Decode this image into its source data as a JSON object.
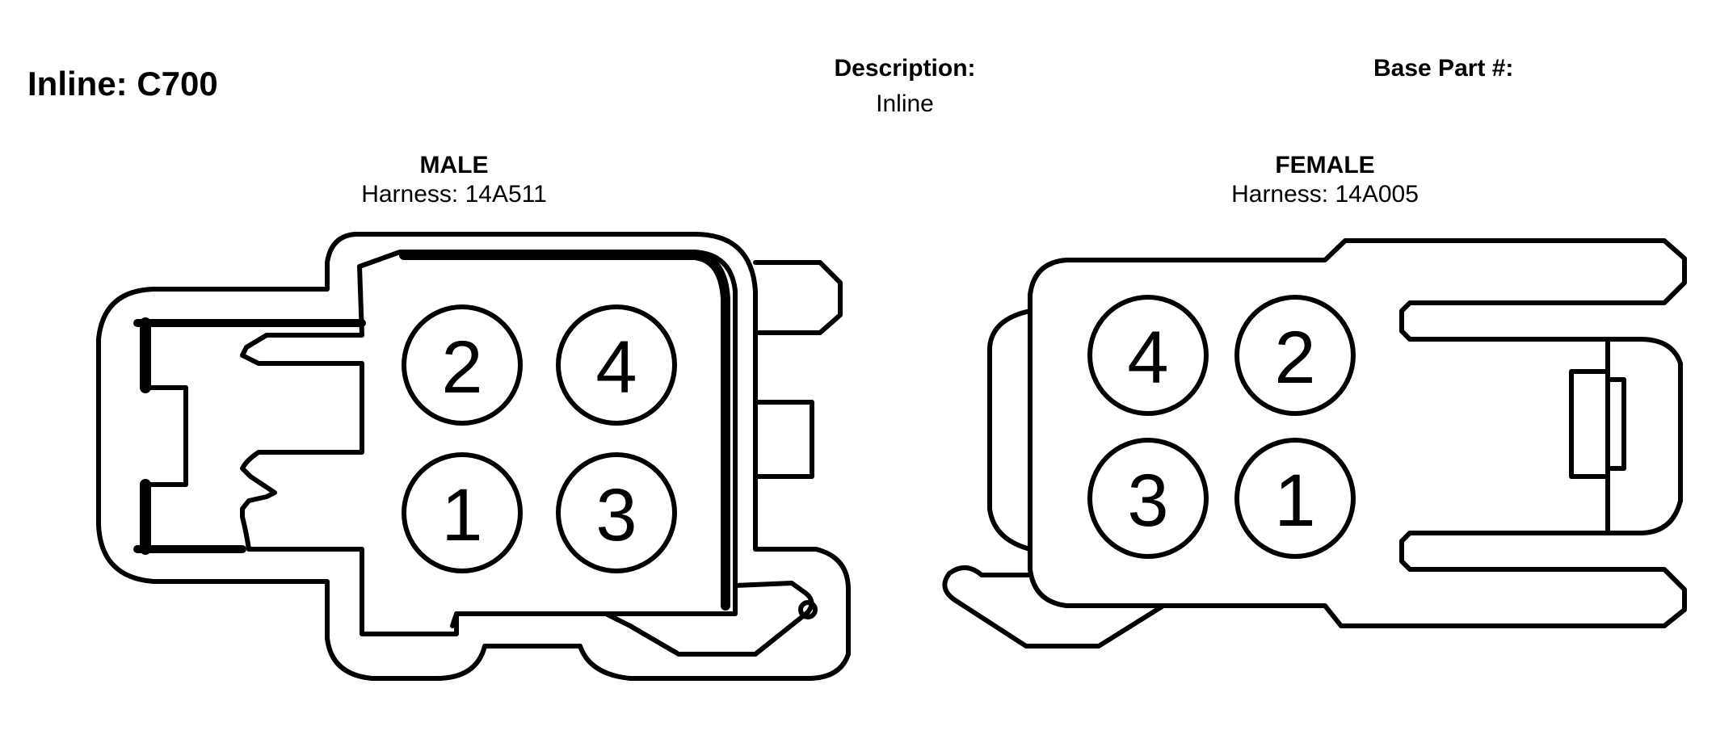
{
  "header": {
    "title": "Inline: C700",
    "description_label": "Description:",
    "description_value": "Inline",
    "base_part_label": "Base Part #:"
  },
  "male": {
    "gender": "MALE",
    "harness": "Harness: 14A511",
    "pins": [
      "2",
      "4",
      "1",
      "3"
    ]
  },
  "female": {
    "gender": "FEMALE",
    "harness": "Harness: 14A005",
    "pins": [
      "4",
      "2",
      "3",
      "1"
    ]
  }
}
